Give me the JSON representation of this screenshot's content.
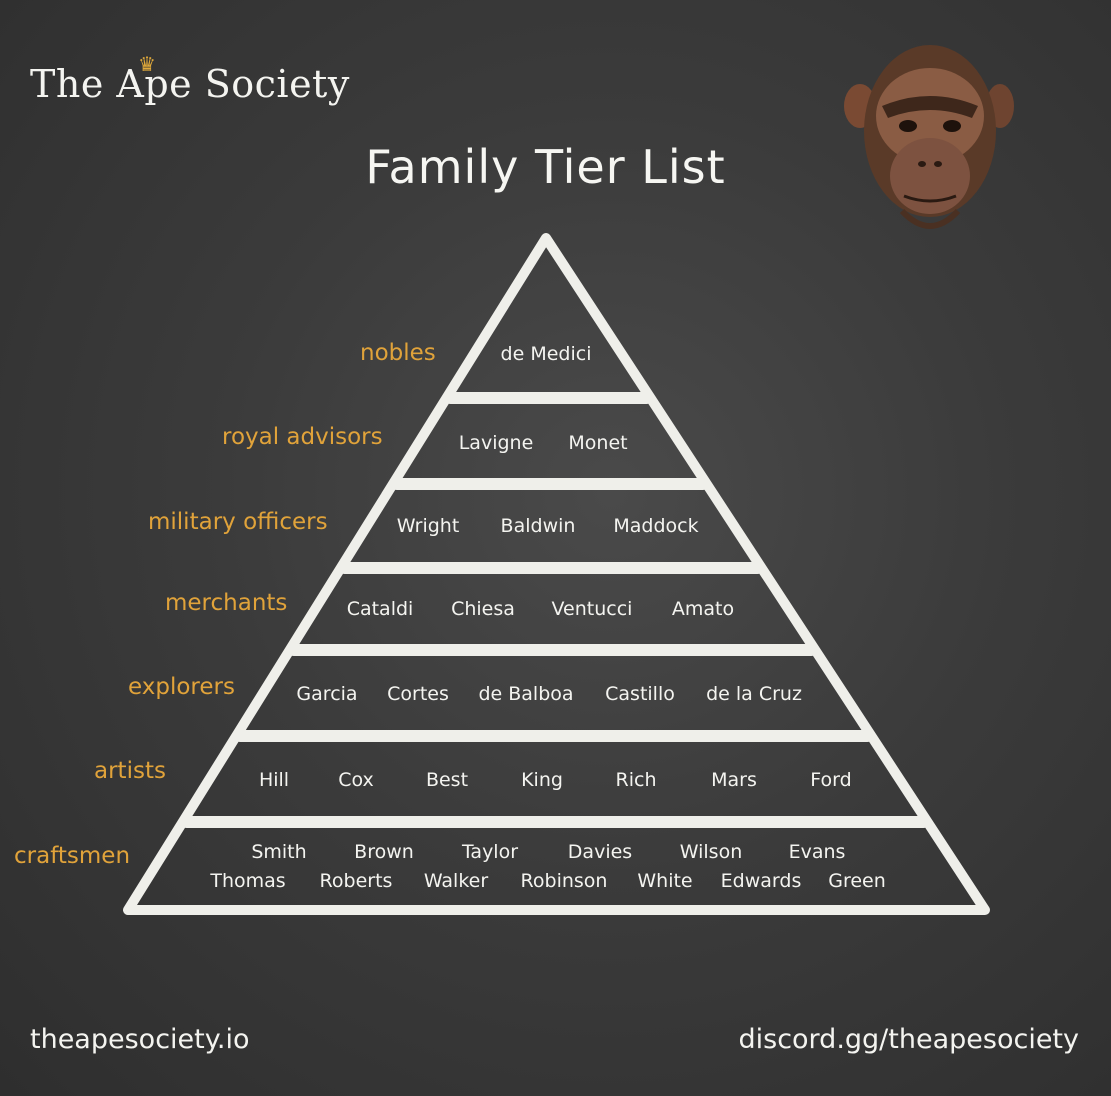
{
  "brand": {
    "name": "The Ape Society"
  },
  "title": "Family Tier List",
  "tiers": [
    {
      "label": "nobles",
      "families": [
        "de Medici"
      ]
    },
    {
      "label": "royal advisors",
      "families": [
        "Lavigne",
        "Monet"
      ]
    },
    {
      "label": "military officers",
      "families": [
        "Wright",
        "Baldwin",
        "Maddock"
      ]
    },
    {
      "label": "merchants",
      "families": [
        "Cataldi",
        "Chiesa",
        "Ventucci",
        "Amato"
      ]
    },
    {
      "label": "explorers",
      "families": [
        "Garcia",
        "Cortes",
        "de Balboa",
        "Castillo",
        "de la Cruz"
      ]
    },
    {
      "label": "artists",
      "families": [
        "Hill",
        "Cox",
        "Best",
        "King",
        "Rich",
        "Mars",
        "Ford"
      ]
    },
    {
      "label": "craftsmen",
      "families": [
        "Smith",
        "Brown",
        "Taylor",
        "Davies",
        "Wilson",
        "Evans",
        "Thomas",
        "Roberts",
        "Walker",
        "Robinson",
        "White",
        "Edwards",
        "Green"
      ]
    }
  ],
  "footer": {
    "website": "theapesociety.io",
    "discord": "discord.gg/theapesociety"
  },
  "colors": {
    "accent": "#e1a33a",
    "chalk": "#f4f4f0",
    "board": "#3b3b3b"
  },
  "icons": {
    "crown": "crown-icon",
    "mascot": "ape-head-icon"
  }
}
